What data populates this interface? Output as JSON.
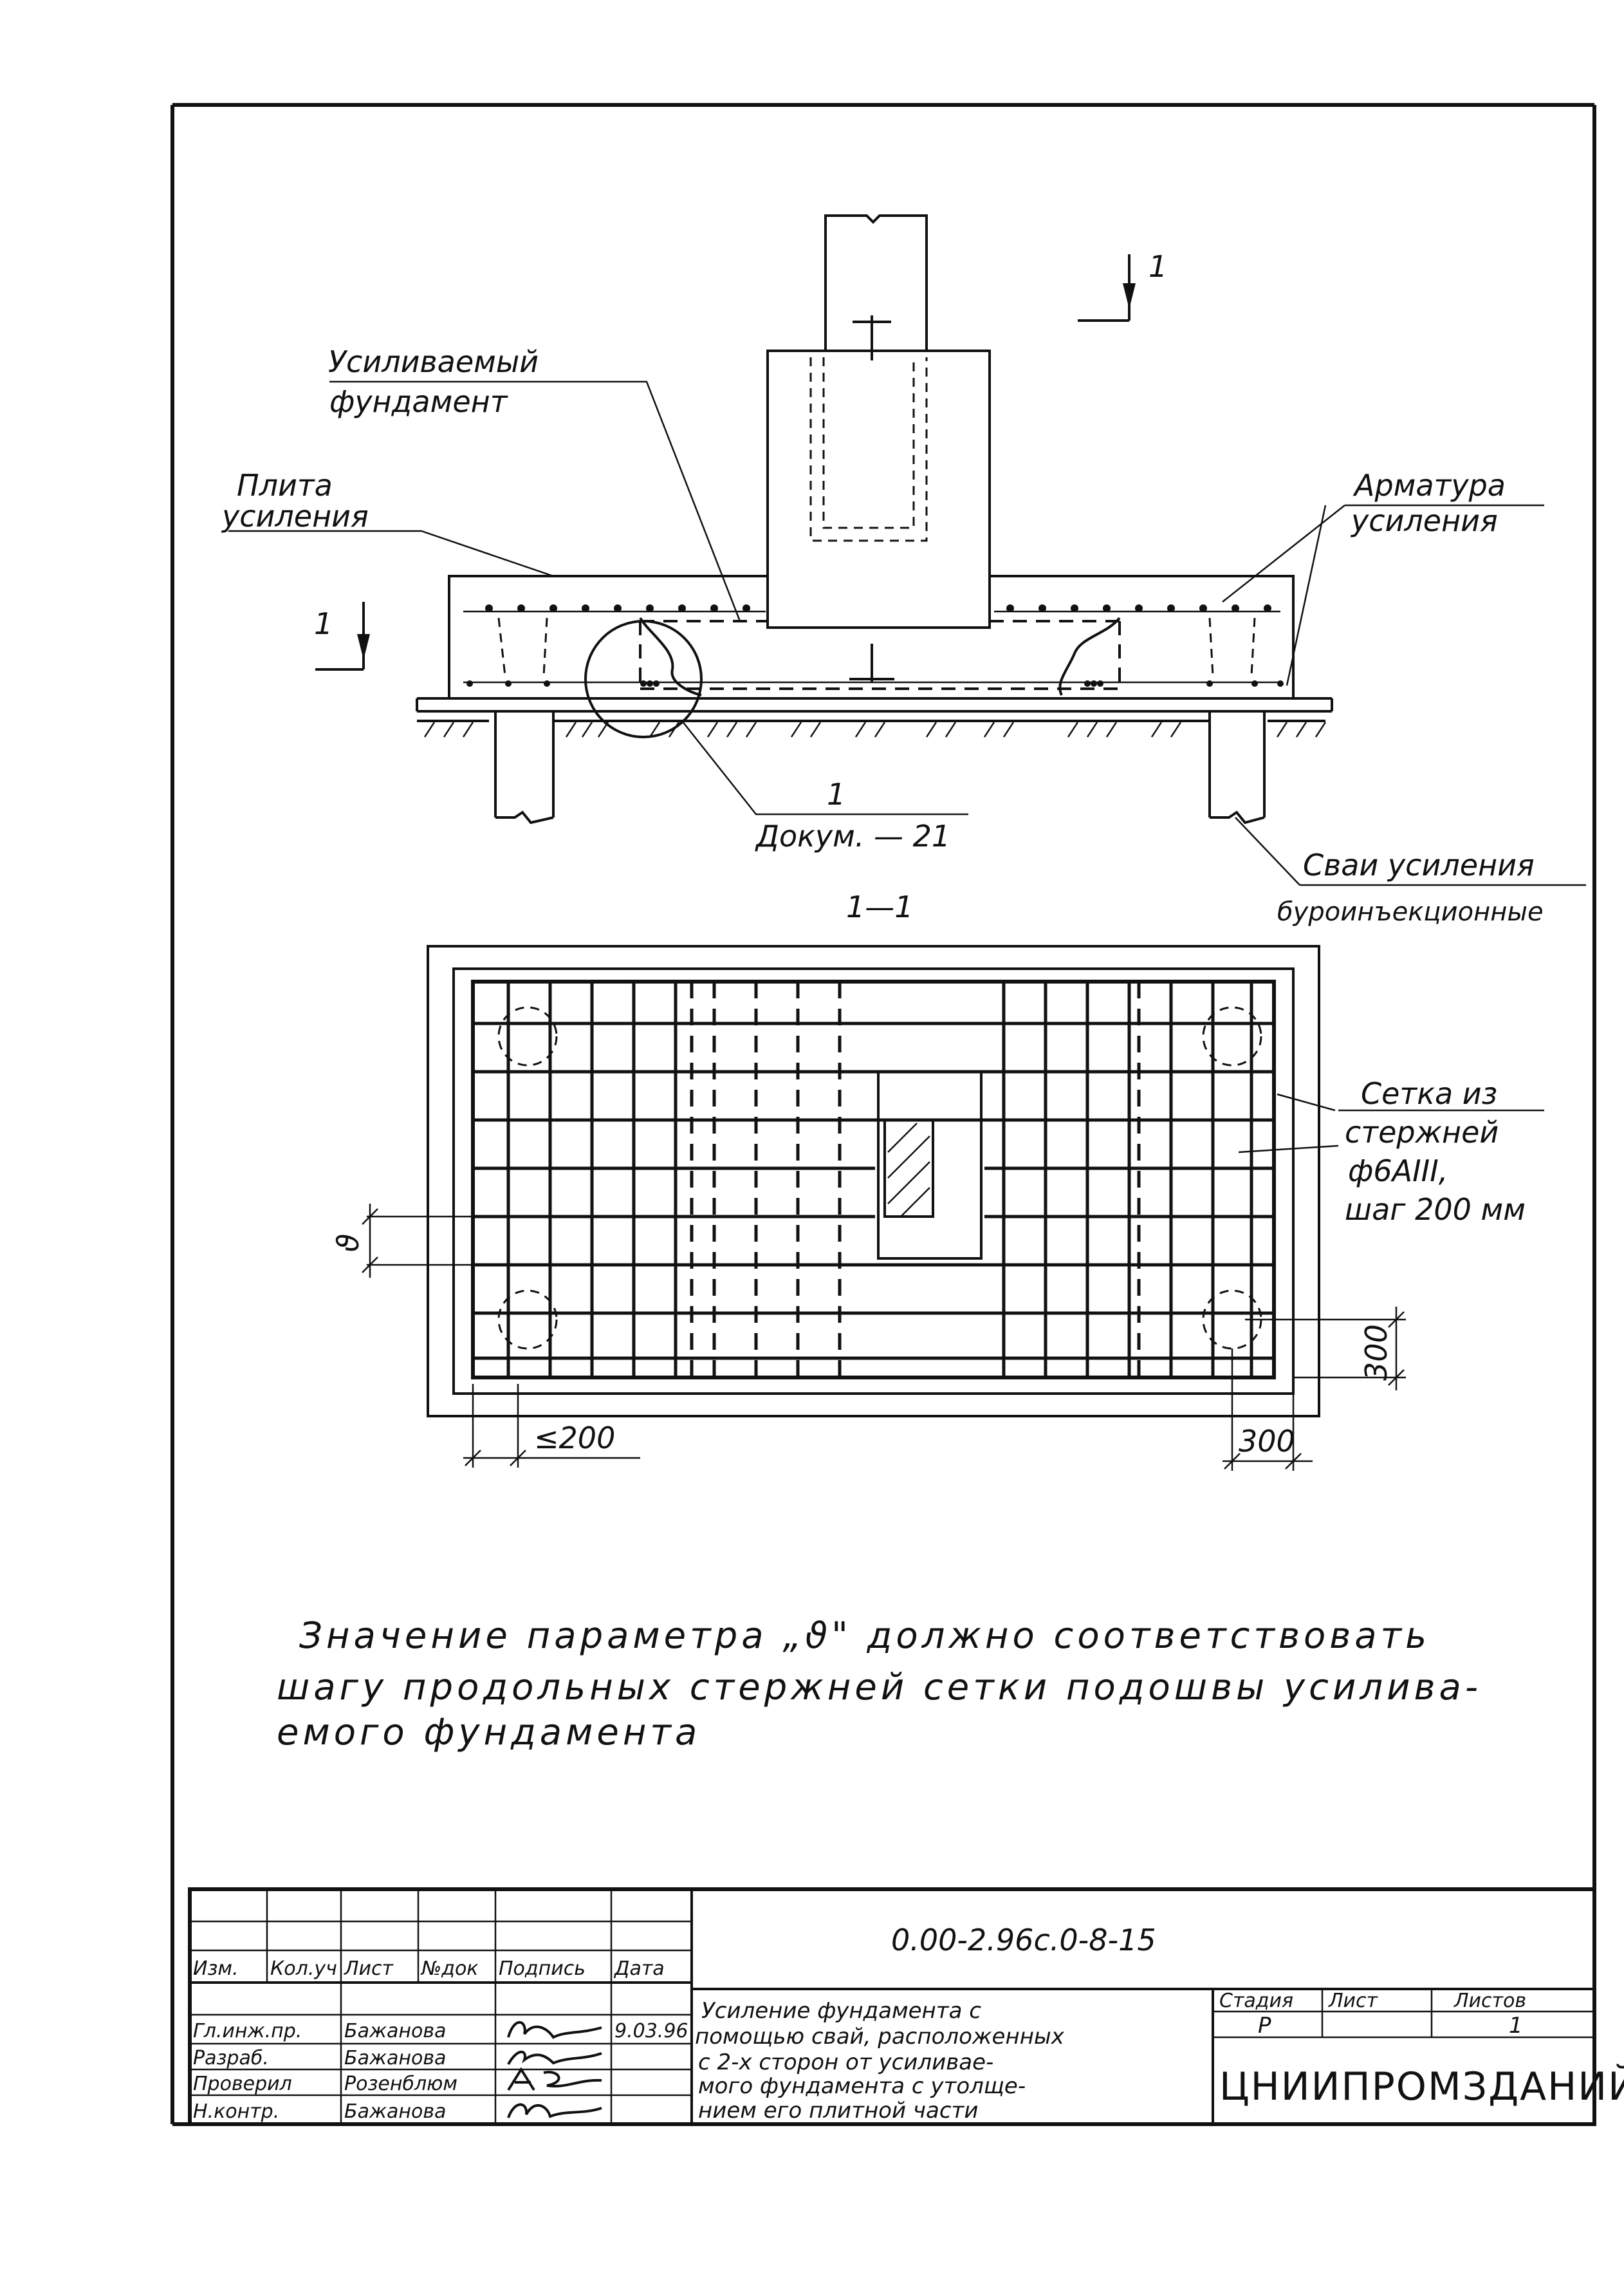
{
  "drawing": {
    "section_mark": "1",
    "section_mark_left": "1",
    "section_title": "1—1",
    "callout_number": "1",
    "callout_ref": "Докум. — 21",
    "labels": {
      "strengthened_foundation": [
        "Усиливаемый",
        "фундамент"
      ],
      "reinforcement_slab": [
        "Плита",
        "усиления"
      ],
      "reinforcement_rebar": [
        "Арматура",
        "усиления"
      ],
      "piles": [
        "Сваи усиления",
        "буроинъекционные"
      ],
      "mesh": [
        "Сетка из",
        "стержней",
        "ф6АIII,",
        "шаг 200 мм"
      ]
    },
    "dimensions": {
      "param_v": "ϑ",
      "max_spacing": "≤200",
      "edge_horizontal": "300",
      "edge_vertical": "300"
    }
  },
  "note": [
    "Значение параметра „ϑ\" должно соответствовать",
    "шагу продольных стержней сетки подошвы усилива-",
    "емого фундамента"
  ],
  "title_block": {
    "doc_code": "0.00-2.96с.0-8-15",
    "headers": [
      "Изм.",
      "Кол.уч",
      "Лист",
      "№док",
      "Подпись",
      "Дата"
    ],
    "rows": [
      {
        "role": "Гл.инж.пр.",
        "name": "Бажанова",
        "date": "9.03.96"
      },
      {
        "role": "Разраб.",
        "name": "Бажанова",
        "date": ""
      },
      {
        "role": "Проверил",
        "name": "Розенблюм",
        "date": ""
      },
      {
        "role": "Н.контр.",
        "name": "Бажанова",
        "date": ""
      }
    ],
    "title": [
      "Усиление фундамента с",
      "помощью свай, расположенных",
      "с 2-х сторон от усиливае-",
      "мого фундамента с утолще-",
      "нием его плитной части"
    ],
    "stage_header": "Стадия",
    "sheet_header": "Лист",
    "sheets_header": "Листов",
    "stage": "Р",
    "sheets_total": "1",
    "organization": "ЦНИИПРОМЗДАНИЙ"
  }
}
